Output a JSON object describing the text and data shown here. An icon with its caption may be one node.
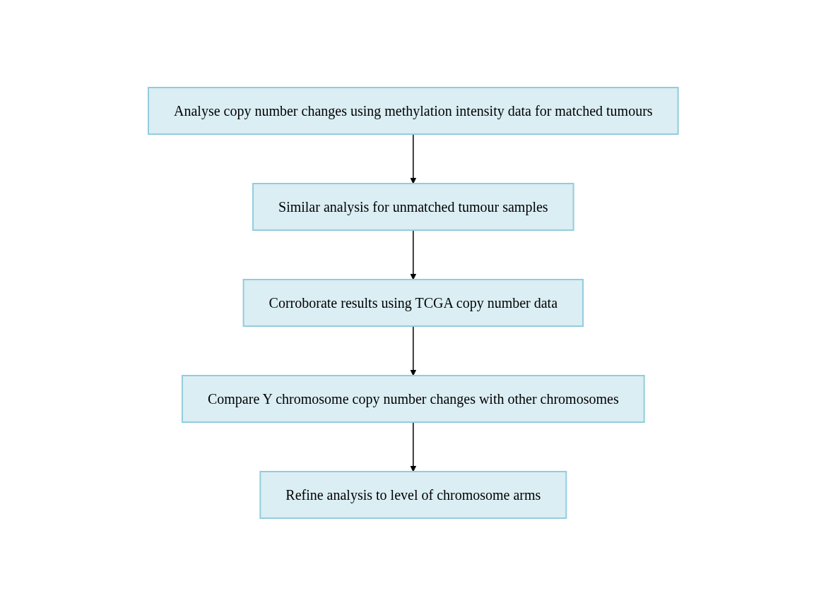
{
  "diagram": {
    "nodes": [
      {
        "text": [
          "Analyse copy number changes using methylation intensity data for matched tumours"
        ]
      },
      {
        "text": [
          "Similar analysis for unmatched tumour samples"
        ]
      },
      {
        "text": [
          "Corroborate results using TCGA copy number data"
        ]
      },
      {
        "text": [
          "Compare Y chromosome copy number changes with other chromosomes"
        ]
      },
      {
        "text": [
          "Refine analysis to level of chromosome arms"
        ]
      }
    ],
    "edges": [
      {
        "from": 0,
        "to": 1,
        "arrow": "to"
      },
      {
        "from": 1,
        "to": 2,
        "arrow": "to"
      },
      {
        "from": 2,
        "to": 3,
        "arrow": "to"
      },
      {
        "from": 3,
        "to": 4,
        "arrow": "to"
      }
    ]
  }
}
